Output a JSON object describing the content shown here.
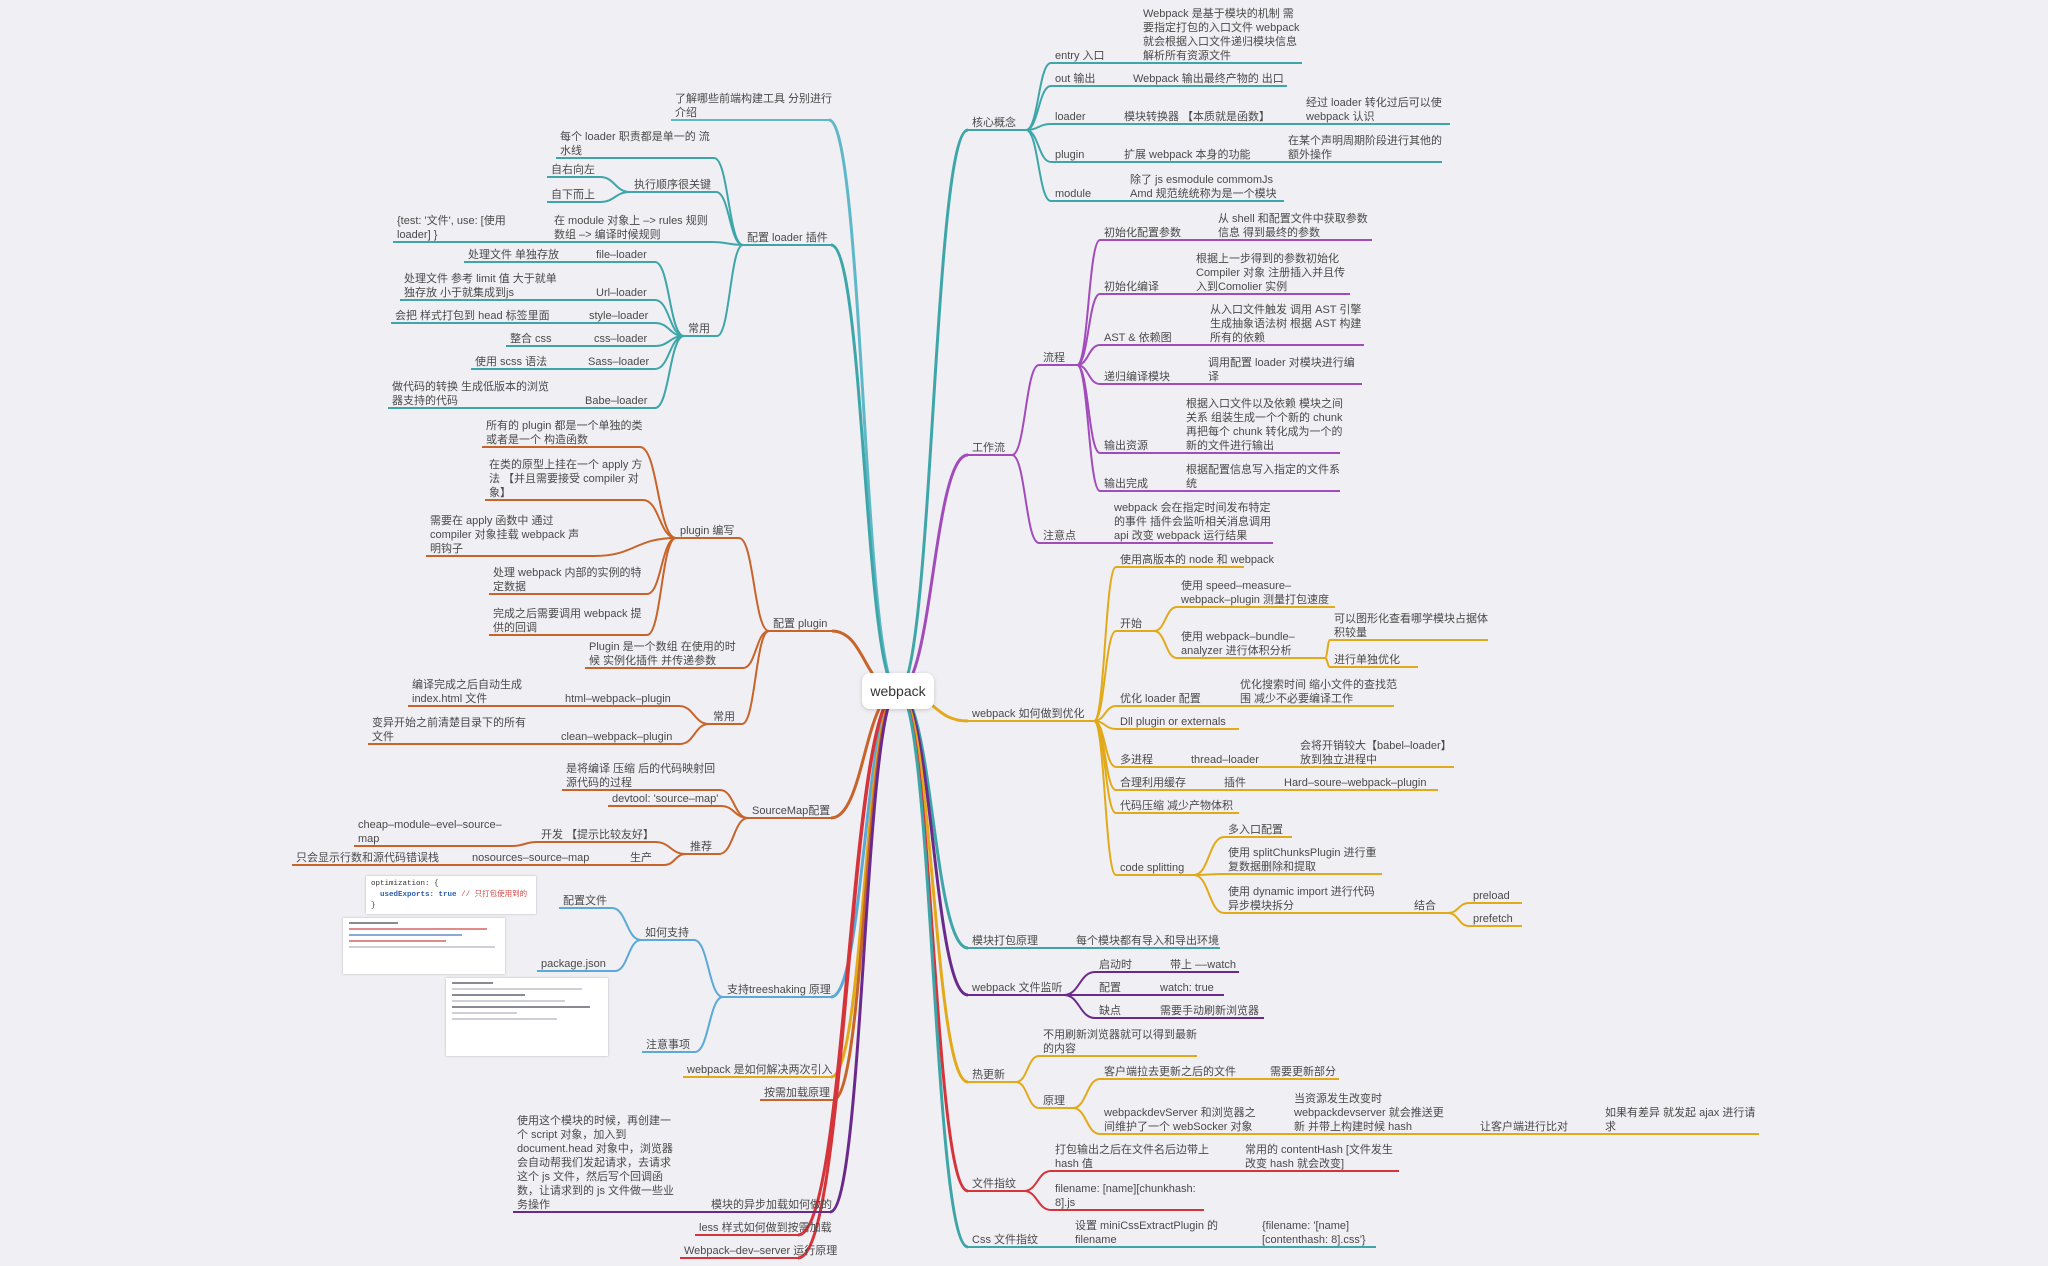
{
  "root": "webpack",
  "colors": {
    "teal": "#3ea6a8",
    "purple": "#a24bbb",
    "gold": "#e2aa1a",
    "darkPurple": "#6a2a8c",
    "blue": "#5aa9d8",
    "orange": "#c8642a",
    "red": "#d4343a",
    "cyan": "#5fb8c8"
  },
  "nodes": [
    {
      "id": "hx",
      "text": [
        "核心概念"
      ]
    },
    {
      "id": "hx_entry",
      "text": [
        "entry 入口"
      ]
    },
    {
      "id": "hx_entry_d",
      "text": [
        "Webpack 是基于模块的机制 需",
        "要指定打包的入口文件 webpack",
        "就会根据入口文件递归模块信息",
        "解析所有资源文件"
      ]
    },
    {
      "id": "hx_out",
      "text": [
        "out 输出"
      ]
    },
    {
      "id": "hx_out_d",
      "text": [
        "Webpack 输出最终产物的 出口"
      ]
    },
    {
      "id": "hx_loader",
      "text": [
        "loader"
      ]
    },
    {
      "id": "hx_loader_a",
      "text": [
        "模块转换器 【本质就是函数】"
      ]
    },
    {
      "id": "hx_loader_b",
      "text": [
        "经过 loader 转化过后可以使",
        "webpack 认识"
      ]
    },
    {
      "id": "hx_plugin",
      "text": [
        "plugin"
      ]
    },
    {
      "id": "hx_plugin_a",
      "text": [
        "扩展 webpack 本身的功能"
      ]
    },
    {
      "id": "hx_plugin_b",
      "text": [
        "在某个声明周期阶段进行其他的",
        "额外操作"
      ]
    },
    {
      "id": "hx_module",
      "text": [
        "module"
      ]
    },
    {
      "id": "hx_module_d",
      "text": [
        "除了 js esmodule commomJs",
        "Amd 规范统统称为是一个模块"
      ]
    },
    {
      "id": "gzl",
      "text": [
        "工作流"
      ]
    },
    {
      "id": "lc",
      "text": [
        "流程"
      ]
    },
    {
      "id": "lc1",
      "text": [
        "初始化配置参数"
      ]
    },
    {
      "id": "lc1d",
      "text": [
        "从 shell 和配置文件中获取参数",
        "信息 得到最终的参数"
      ]
    },
    {
      "id": "lc2",
      "text": [
        "初始化编译"
      ]
    },
    {
      "id": "lc2d",
      "text": [
        "根据上一步得到的参数初始化",
        "Compiler 对象 注册插入并且传",
        "入到Comolier 实例"
      ]
    },
    {
      "id": "lc3",
      "text": [
        "AST & 依赖图"
      ]
    },
    {
      "id": "lc3d",
      "text": [
        "从入口文件触发 调用 AST 引擎",
        "生成抽象语法树 根据 AST 构建",
        "所有的依赖"
      ]
    },
    {
      "id": "lc4",
      "text": [
        "递归编译模块"
      ]
    },
    {
      "id": "lc4d",
      "text": [
        "调用配置 loader 对模块进行编",
        "译"
      ]
    },
    {
      "id": "lc5",
      "text": [
        "输出资源"
      ]
    },
    {
      "id": "lc5d",
      "text": [
        "根据入口文件以及依赖 模块之间",
        "关系 组装生成一个个新的 chunk",
        "再把每个 chunk 转化成为一个的",
        "新的文件进行输出"
      ]
    },
    {
      "id": "lc6",
      "text": [
        "输出完成"
      ]
    },
    {
      "id": "lc6d",
      "text": [
        "根据配置信息写入指定的文件系",
        "统"
      ]
    },
    {
      "id": "zyd",
      "text": [
        "注意点"
      ]
    },
    {
      "id": "zydd",
      "text": [
        "webpack 会在指定时间发布特定",
        "的事件 插件会监听相关消息调用",
        "api 改变 webpack 运行结果"
      ]
    },
    {
      "id": "yh",
      "text": [
        "webpack 如何做到优化"
      ]
    },
    {
      "id": "yh1",
      "text": [
        "使用高版本的 node 和 webpack"
      ]
    },
    {
      "id": "yh2",
      "text": [
        "开始"
      ]
    },
    {
      "id": "yh2a",
      "text": [
        "使用 speed–measure–",
        "webpack–plugin 测量打包速度"
      ]
    },
    {
      "id": "yh2b",
      "text": [
        "使用 webpack–bundle–",
        "analyzer 进行体积分析"
      ]
    },
    {
      "id": "yh2b1",
      "text": [
        "可以图形化查看哪学模块占据体",
        "积较量"
      ]
    },
    {
      "id": "yh2b2",
      "text": [
        "进行单独优化"
      ]
    },
    {
      "id": "yh3",
      "text": [
        "优化 loader 配置"
      ]
    },
    {
      "id": "yh3d",
      "text": [
        "优化搜索时间 缩小文件的查找范",
        "围 减少不必要编译工作"
      ]
    },
    {
      "id": "yh4",
      "text": [
        "Dll plugin or externals"
      ]
    },
    {
      "id": "yh5",
      "text": [
        "多进程"
      ]
    },
    {
      "id": "yh5a",
      "text": [
        "thread–loader"
      ]
    },
    {
      "id": "yh5b",
      "text": [
        "会将开销较大【babel–loader】",
        "放到独立进程中"
      ]
    },
    {
      "id": "yh6",
      "text": [
        "合理利用缓存"
      ]
    },
    {
      "id": "yh6a",
      "text": [
        "插件"
      ]
    },
    {
      "id": "yh6b",
      "text": [
        "Hard–soure–webpack–plugin"
      ]
    },
    {
      "id": "yh7",
      "text": [
        "代码压缩 减少产物体积"
      ]
    },
    {
      "id": "yh8",
      "text": [
        "code splitting"
      ]
    },
    {
      "id": "yh8a",
      "text": [
        "多入口配置"
      ]
    },
    {
      "id": "yh8b",
      "text": [
        "使用 splitChunksPlugin 进行重",
        "复数据删除和提取"
      ]
    },
    {
      "id": "yh8c",
      "text": [
        "使用 dynamic import 进行代码",
        "异步模块拆分"
      ]
    },
    {
      "id": "yh8c1",
      "text": [
        "结合"
      ]
    },
    {
      "id": "yh8c1a",
      "text": [
        "preload"
      ]
    },
    {
      "id": "yh8c1b",
      "text": [
        "prefetch"
      ]
    },
    {
      "id": "mkdb",
      "text": [
        "模块打包原理"
      ]
    },
    {
      "id": "mkdbd",
      "text": [
        "每个模块都有导入和导出环境"
      ]
    },
    {
      "id": "jt",
      "text": [
        "webpack 文件监听"
      ]
    },
    {
      "id": "jt1",
      "text": [
        "启动时"
      ]
    },
    {
      "id": "jt1d",
      "text": [
        "带上 ––watch"
      ]
    },
    {
      "id": "jt2",
      "text": [
        "配置"
      ]
    },
    {
      "id": "jt2d",
      "text": [
        "watch: true"
      ]
    },
    {
      "id": "jt3",
      "text": [
        "缺点"
      ]
    },
    {
      "id": "jt3d",
      "text": [
        "需要手动刷新浏览器"
      ]
    },
    {
      "id": "rgx",
      "text": [
        "热更新"
      ]
    },
    {
      "id": "rgx1",
      "text": [
        "不用刷新浏览器就可以得到最新",
        "的内容"
      ]
    },
    {
      "id": "rgx2",
      "text": [
        "原理"
      ]
    },
    {
      "id": "rgx2a",
      "text": [
        "客户端拉去更新之后的文件"
      ]
    },
    {
      "id": "rgx2a1",
      "text": [
        "需要更新部分"
      ]
    },
    {
      "id": "rgx2b",
      "text": [
        "webpackdevServer 和浏览器之",
        "间维护了一个 webSocker 对象"
      ]
    },
    {
      "id": "rgx2b1",
      "text": [
        "当资源发生改变时",
        "webpackdevserver 就会推送更",
        "新 并带上构建时候 hash"
      ]
    },
    {
      "id": "rgx2b2",
      "text": [
        "让客户端进行比对"
      ]
    },
    {
      "id": "rgx2b3",
      "text": [
        "如果有差异 就发起 ajax 进行请",
        "求"
      ]
    },
    {
      "id": "wjzw",
      "text": [
        "文件指纹"
      ]
    },
    {
      "id": "wjzw1",
      "text": [
        "打包输出之后在文件名后边带上",
        "hash 值"
      ]
    },
    {
      "id": "wjzw1d",
      "text": [
        "常用的 contentHash [文件发生",
        "改变 hash 就会改变]"
      ]
    },
    {
      "id": "wjzw2",
      "text": [
        "filename: [name][chunkhash:",
        "8].js"
      ]
    },
    {
      "id": "css",
      "text": [
        "Css 文件指纹"
      ]
    },
    {
      "id": "css1",
      "text": [
        "设置 miniCssExtractPlugin 的",
        "filename"
      ]
    },
    {
      "id": "css1d",
      "text": [
        "{filename: '[name]",
        "[contenthash: 8].css'}"
      ]
    },
    {
      "id": "ld",
      "text": [
        "了解哪些前端构建工具 分别进行",
        "介绍"
      ]
    },
    {
      "id": "pzl",
      "text": [
        "配置 loader 插件"
      ]
    },
    {
      "id": "pzl1",
      "text": [
        "每个 loader 职责都是单一的 流",
        "水线"
      ]
    },
    {
      "id": "pzl2",
      "text": [
        "执行顺序很关键"
      ]
    },
    {
      "id": "pzl2a",
      "text": [
        "自右向左"
      ]
    },
    {
      "id": "pzl2b",
      "text": [
        "自下而上"
      ]
    },
    {
      "id": "pzl3",
      "text": [
        "在 module 对象上 –> rules 规则",
        "数组 –> 编译时候规则"
      ]
    },
    {
      "id": "pzl3d",
      "text": [
        "{test: '文件', use: [使用",
        "loader] }"
      ]
    },
    {
      "id": "cy",
      "text": [
        "常用"
      ]
    },
    {
      "id": "cy1",
      "text": [
        "file–loader"
      ]
    },
    {
      "id": "cy1d",
      "text": [
        "处理文件 单独存放"
      ]
    },
    {
      "id": "cy2",
      "text": [
        "Url–loader"
      ]
    },
    {
      "id": "cy2d",
      "text": [
        "处理文件 参考 limit 值 大于就单",
        "独存放 小于就集成到js"
      ]
    },
    {
      "id": "cy3",
      "text": [
        "style–loader"
      ]
    },
    {
      "id": "cy3d",
      "text": [
        "会把 样式打包到 head 标签里面"
      ]
    },
    {
      "id": "cy4",
      "text": [
        "css–loader"
      ]
    },
    {
      "id": "cy4d",
      "text": [
        "整合 css"
      ]
    },
    {
      "id": "cy5",
      "text": [
        "Sass–loader"
      ]
    },
    {
      "id": "cy5d",
      "text": [
        "使用 scss 语法"
      ]
    },
    {
      "id": "cy6",
      "text": [
        "Babe–loader"
      ]
    },
    {
      "id": "cy6d",
      "text": [
        "做代码的转换 生成低版本的浏览",
        "器支持的代码"
      ]
    },
    {
      "id": "pp",
      "text": [
        "配置 plugin"
      ]
    },
    {
      "id": "ppb",
      "text": [
        "plugin 编写"
      ]
    },
    {
      "id": "ppb1",
      "text": [
        "所有的 plugin 都是一个单独的类",
        "或者是一个 构造函数"
      ]
    },
    {
      "id": "ppb2",
      "text": [
        "在类的原型上挂在一个 apply 方",
        "法 【并且需要接受 compiler 对",
        "象】"
      ]
    },
    {
      "id": "ppb3",
      "text": [
        "需要在 apply 函数中 通过",
        "compiler 对象挂载 webpack 声",
        "明钩子"
      ]
    },
    {
      "id": "ppb4",
      "text": [
        "处理 webpack 内部的实例的特",
        "定数据"
      ]
    },
    {
      "id": "ppb5",
      "text": [
        "完成之后需要调用 webpack 提",
        "供的回调"
      ]
    },
    {
      "id": "pp2",
      "text": [
        "Plugin 是一个数组 在使用的时",
        "候 实例化插件 并传递参数"
      ]
    },
    {
      "id": "ppc",
      "text": [
        "常用"
      ]
    },
    {
      "id": "ppc1",
      "text": [
        "html–webpack–plugin"
      ]
    },
    {
      "id": "ppc1d",
      "text": [
        "编译完成之后自动生成",
        "index.html 文件"
      ]
    },
    {
      "id": "ppc2",
      "text": [
        "clean–webpack–plugin"
      ]
    },
    {
      "id": "ppc2d",
      "text": [
        "变异开始之前清楚目录下的所有",
        "文件"
      ]
    },
    {
      "id": "sm",
      "text": [
        "SourceMap配置"
      ]
    },
    {
      "id": "sm1",
      "text": [
        "是将编译 压缩 后的代码映射回",
        "源代码的过程"
      ]
    },
    {
      "id": "sm2",
      "text": [
        "devtool: 'source–map'"
      ]
    },
    {
      "id": "sm3",
      "text": [
        "推荐"
      ]
    },
    {
      "id": "sm3a",
      "text": [
        "开发 【提示比较友好】"
      ]
    },
    {
      "id": "sm3ad",
      "text": [
        "cheap–module–evel–source–",
        "map"
      ]
    },
    {
      "id": "sm3b",
      "text": [
        "生产"
      ]
    },
    {
      "id": "sm3bd",
      "text": [
        "nosources–source–map"
      ]
    },
    {
      "id": "sm3bdd",
      "text": [
        "只会显示行数和源代码错误栈"
      ]
    },
    {
      "id": "ts",
      "text": [
        "支持treeshaking 原理"
      ]
    },
    {
      "id": "ts1",
      "text": [
        "如何支持"
      ]
    },
    {
      "id": "ts1a",
      "text": [
        "配置文件"
      ]
    },
    {
      "id": "ts1b",
      "text": [
        "package.json"
      ]
    },
    {
      "id": "ts2",
      "text": [
        "注意事项"
      ]
    },
    {
      "id": "lcyr",
      "text": [
        "webpack 是如何解决两次引入"
      ]
    },
    {
      "id": "aljz",
      "text": [
        "按需加载原理"
      ]
    },
    {
      "id": "ybjz",
      "text": [
        "模块的异步加载如何做的"
      ]
    },
    {
      "id": "ybjzd",
      "text": [
        "使用这个模块的时候，再创建一",
        "个 script 对象，加入到",
        "document.head 对象中，浏览器",
        "会自动帮我们发起请求，去请求",
        "这个 js 文件，然后写个回调函",
        "数，让请求到的 js 文件做一些业",
        "务操作"
      ]
    },
    {
      "id": "less",
      "text": [
        "less 样式如何做到按需加载"
      ]
    },
    {
      "id": "wds",
      "text": [
        "Webpack–dev–server 运行原理"
      ]
    }
  ],
  "code_snippet": {
    "line1": "optimization: {",
    "key": "usedExports",
    "value": "true",
    "comment": "// 只打包使用到的",
    "close": "}"
  }
}
